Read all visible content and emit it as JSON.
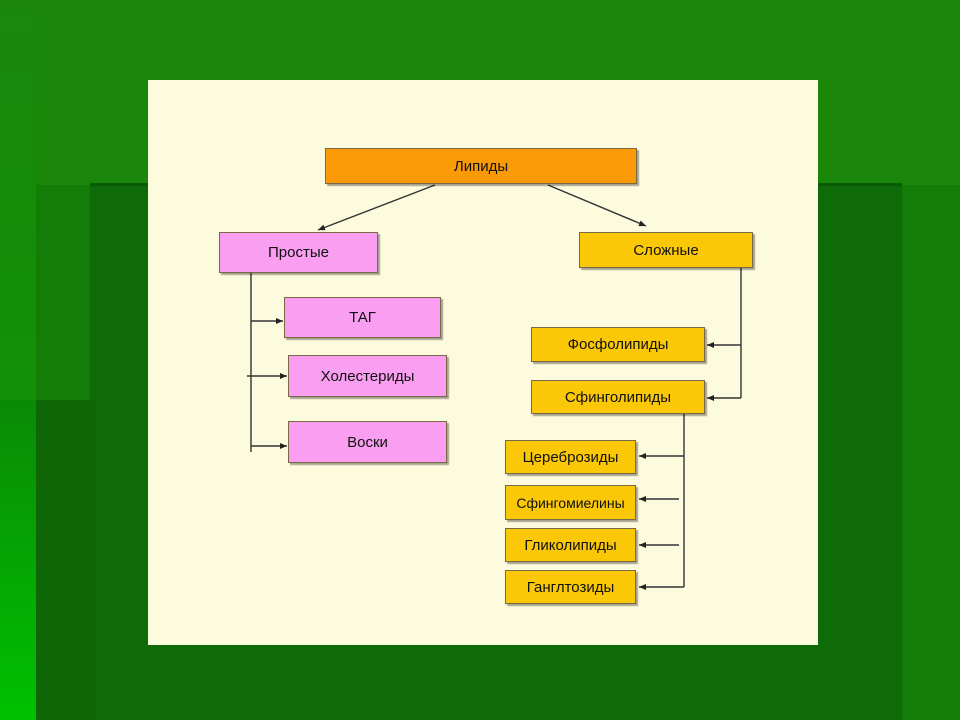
{
  "diagram": {
    "root": "Липиды",
    "simple": {
      "label": "Простые",
      "children": [
        "ТАГ",
        "Холестериды",
        "Воски"
      ]
    },
    "complex": {
      "label": "Сложные",
      "children": [
        "Фосфолипиды",
        "Сфинголипиды"
      ],
      "sphingolipids_children": [
        "Цереброзиды",
        "Сфингомиелины",
        "Гликолипиды",
        "Ганглтозиды"
      ]
    }
  },
  "colors": {
    "root": "#f99a06",
    "simple_branch": "#f99ef0",
    "complex_branch": "#fbc808",
    "canvas": "#fdfbde",
    "background": "#147d08"
  }
}
